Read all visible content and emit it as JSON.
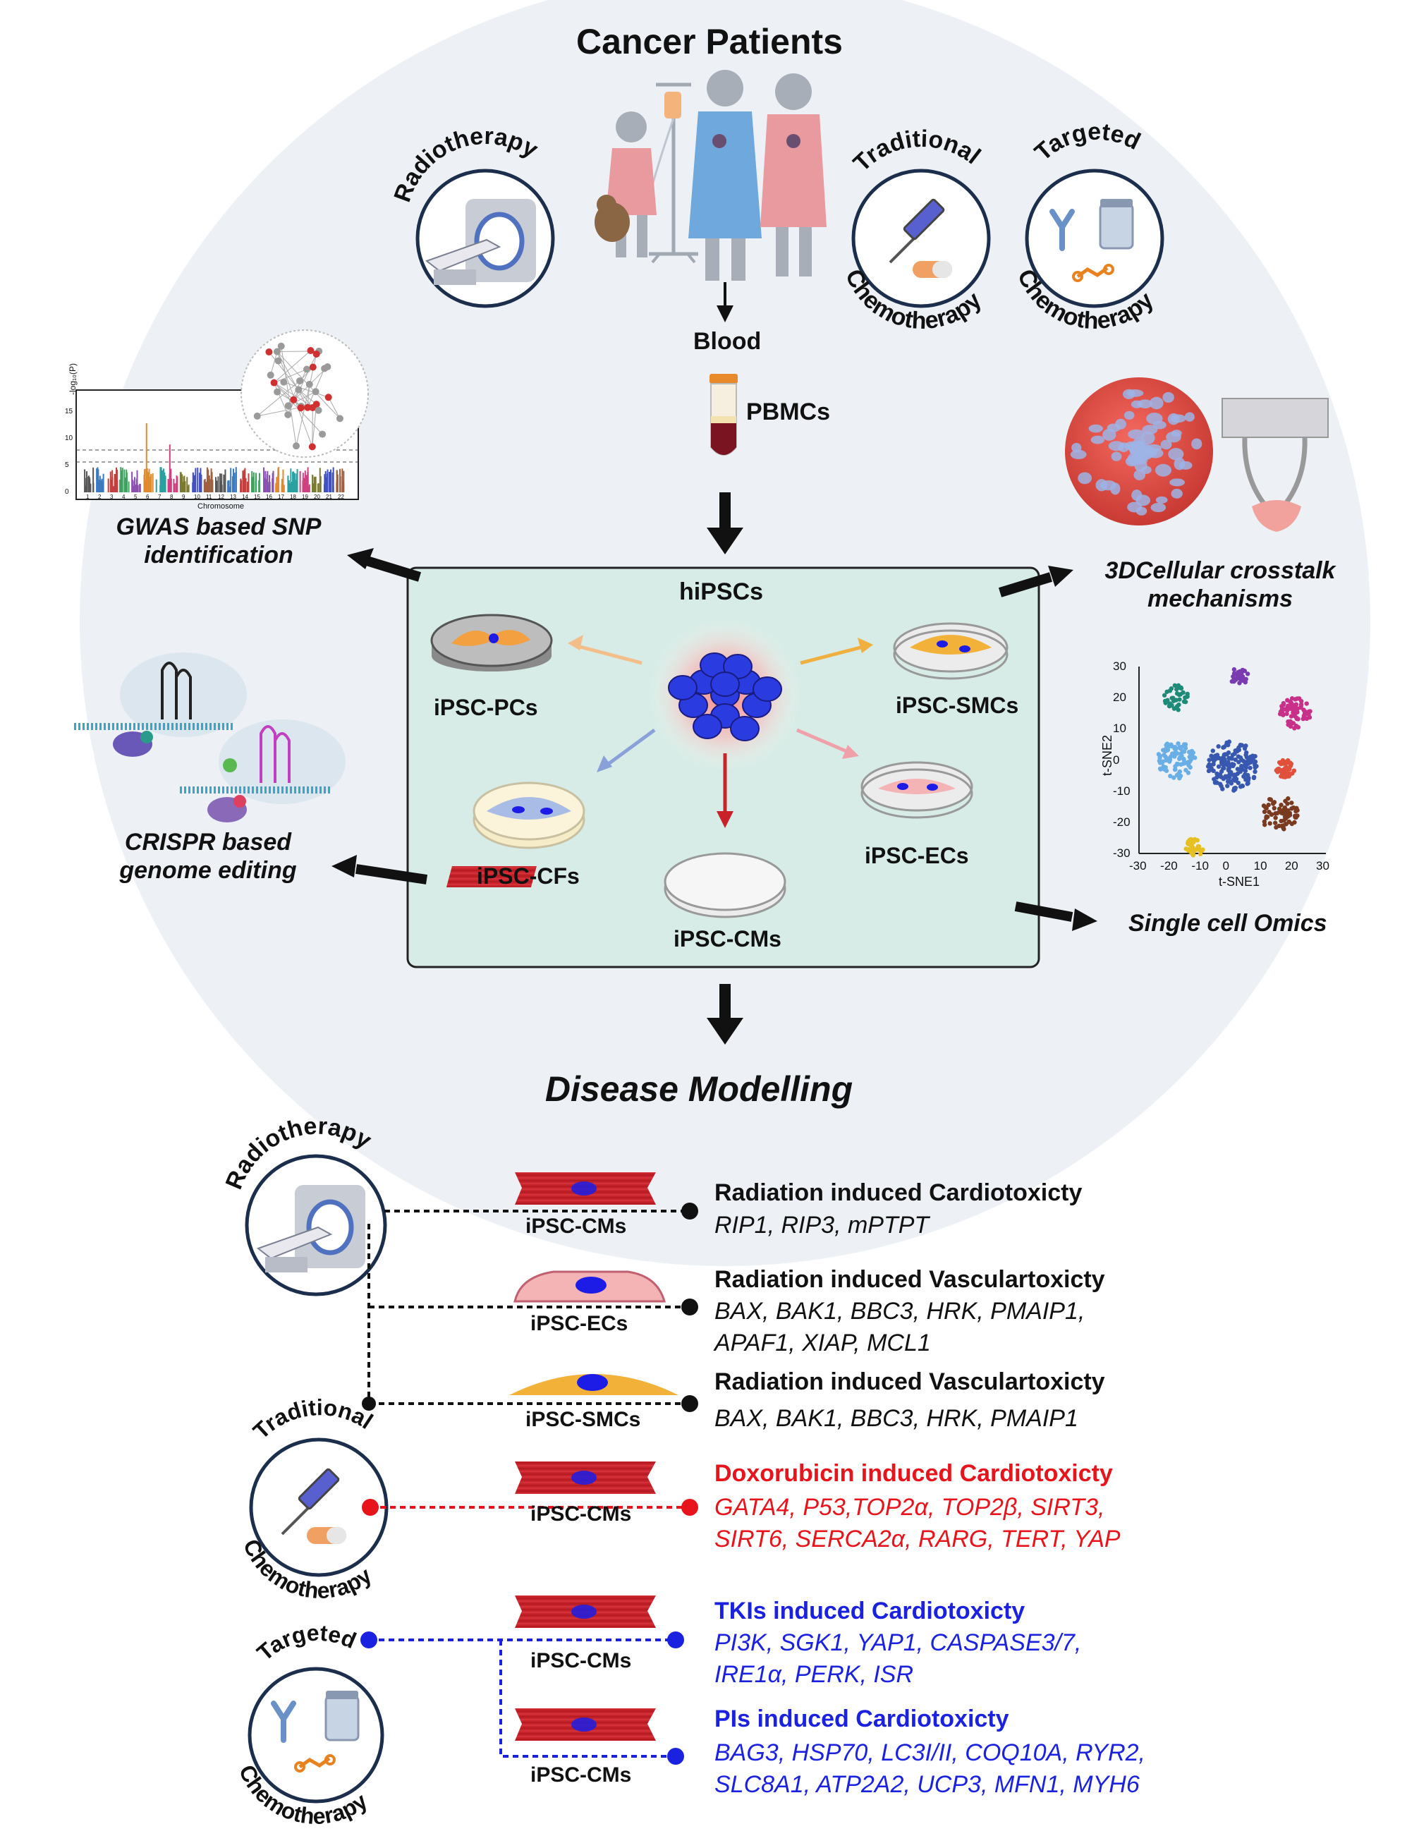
{
  "title": "Cancer Patients",
  "treatments": {
    "radiotherapy": "Radiotherapy",
    "traditional_chemo_top": "Traditional",
    "targeted_chemo_top": "Targeted",
    "chemotherapy": "Chemotherapy"
  },
  "flow": {
    "blood": "Blood",
    "pbmcs": "PBMCs",
    "hipscs": "hiPSCs"
  },
  "derived_cells": {
    "pcs": "iPSC-PCs",
    "smcs": "iPSC-SMCs",
    "cfs": "iPSC-CFs",
    "ecs": "iPSC-ECs",
    "cms": "iPSC-CMs"
  },
  "applications": {
    "gwas_line1": "GWAS based SNP",
    "gwas_line2": "identification",
    "crispr_line1": "CRISPR based",
    "crispr_line2": "genome editing",
    "crosstalk_line1": "3DCellular crosstalk",
    "crosstalk_line2": "mechanisms",
    "single_cell": "Single cell Omics"
  },
  "manhattan": {
    "ylabel": "-log₁₀(P)",
    "xlabel": "Chromosome",
    "yticks": [
      "0",
      "5",
      "10",
      "15"
    ],
    "xticks": [
      "1",
      "2",
      "3",
      "4",
      "5",
      "6",
      "7",
      "8",
      "9",
      "10",
      "11",
      "12",
      "13",
      "14",
      "15",
      "16",
      "17",
      "18",
      "19",
      "20",
      "21",
      "22"
    ]
  },
  "tsne": {
    "xlabel": "t-SNE1",
    "ylabel": "t-SNE2",
    "xticks": [
      "-30",
      "-20",
      "-10",
      "0",
      "10",
      "20",
      "30"
    ],
    "yticks": [
      "30",
      "20",
      "10",
      "0",
      "-10",
      "-20",
      "-30"
    ]
  },
  "disease_modelling": {
    "title": "Disease Modelling",
    "rows": [
      {
        "cell": "iPSC-CMs",
        "heading": "Radiation induced Cardiotoxicty",
        "genes1": "RIP1, RIP3, mPTPT",
        "genes2": "",
        "genes3": "",
        "color": "#111111"
      },
      {
        "cell": "iPSC-ECs",
        "heading": "Radiation induced Vasculartoxicty",
        "genes1": "BAX, BAK1, BBC3, HRK, PMAIP1,",
        "genes2": "APAF1, XIAP, MCL1",
        "genes3": "",
        "color": "#111111"
      },
      {
        "cell": "iPSC-SMCs",
        "heading": "Radiation induced Vasculartoxicty",
        "genes1": "BAX, BAK1, BBC3, HRK, PMAIP1",
        "genes2": "",
        "genes3": "",
        "color": "#111111"
      },
      {
        "cell": "iPSC-CMs",
        "heading": "Doxorubicin induced Cardiotoxicty",
        "genes1": "GATA4, P53,TOP2α, TOP2β, SIRT3,",
        "genes2": "SIRT6, SERCA2α, RARG, TERT, YAP",
        "genes3": "",
        "color": "#e8141c"
      },
      {
        "cell": "iPSC-CMs",
        "heading": "TKIs induced Cardiotoxicty",
        "genes1": "PI3K, SGK1, YAP1, CASPASE3/7,",
        "genes2": "IRE1α, PERK, ISR",
        "genes3": "",
        "color": "#1a22e0"
      },
      {
        "cell": "iPSC-CMs",
        "heading": "PIs induced Cardiotoxicty",
        "genes1": "BAG3, HSP70, LC3I/II, COQ10A, RYR2,",
        "genes2": "SLC8A1, ATP2A2, UCP3, MFN1, MYH6",
        "genes3": "",
        "color": "#1a22e0"
      }
    ]
  },
  "colors": {
    "background_circle": "#edf1f6",
    "hipsc_box": "#d7ece6",
    "black": "#111111",
    "red": "#e8141c",
    "blue": "#1a22e0",
    "cardiomyocyte": "#c8232b",
    "nucleus": "#1c1ce6"
  }
}
